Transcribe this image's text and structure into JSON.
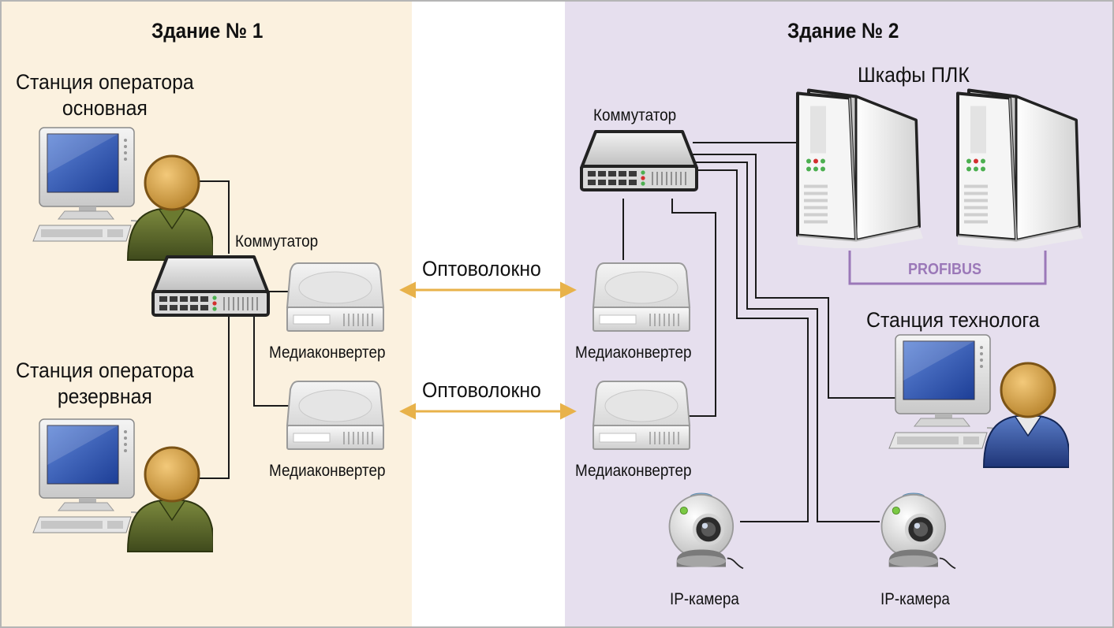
{
  "building1": {
    "title": "Здание № 1",
    "operator_main": "Станция оператора\nосновная",
    "operator_reserve": "Станция оператора\nрезервная",
    "switch_label": "Коммутатор",
    "converter_label_1": "Медиаконвертер",
    "converter_label_2": "Медиаконвертер"
  },
  "fiber": {
    "link_1": "Оптоволокно",
    "link_2": "Оптоволокно"
  },
  "building2": {
    "title": "Здание № 2",
    "switch_label": "Коммутатор",
    "plc_cabinets": "Шкафы ПЛК",
    "profibus": "PROFIBUS",
    "technologist_station": "Станция технолога",
    "converter_label_1": "Медиаконвертер",
    "converter_label_2": "Медиаконвертер",
    "camera_label_1": "IP-камера",
    "camera_label_2": "IP-камера"
  },
  "colors": {
    "building1_bg": "#fbf1df",
    "building2_bg": "#e6dfee",
    "fiber_arrow": "#e8b24a",
    "profibus_line": "#9b78b8",
    "cable": "#1a1a1a"
  }
}
